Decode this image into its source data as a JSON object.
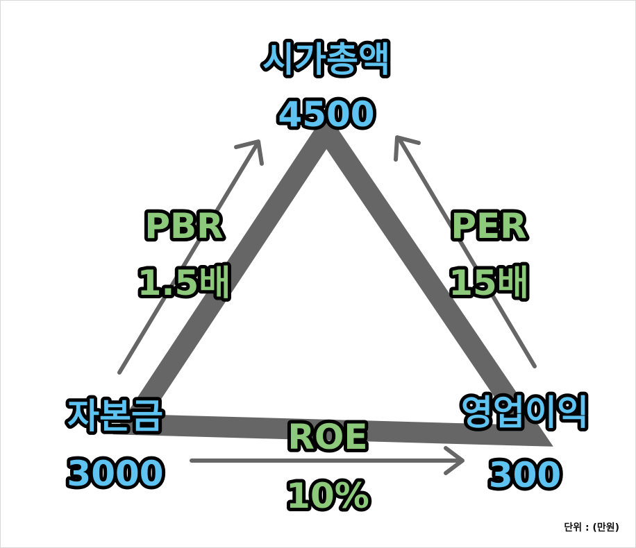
{
  "nodes": {
    "top": {
      "label": "시가총액",
      "value": "4500"
    },
    "left": {
      "label": "자본금",
      "value": "3000"
    },
    "right": {
      "label": "영업이익",
      "value": "300"
    }
  },
  "edges": {
    "pbr": {
      "label": "PBR",
      "value": "1.5배"
    },
    "per": {
      "label": "PER",
      "value": "15배"
    },
    "roe": {
      "label": "ROE",
      "value": "10%"
    }
  },
  "unit_note": "단위 : (만원)",
  "colors": {
    "node_text": "#5ec3f0",
    "edge_text": "#8cc97a",
    "triangle": "#666666",
    "arrow": "#666666"
  }
}
